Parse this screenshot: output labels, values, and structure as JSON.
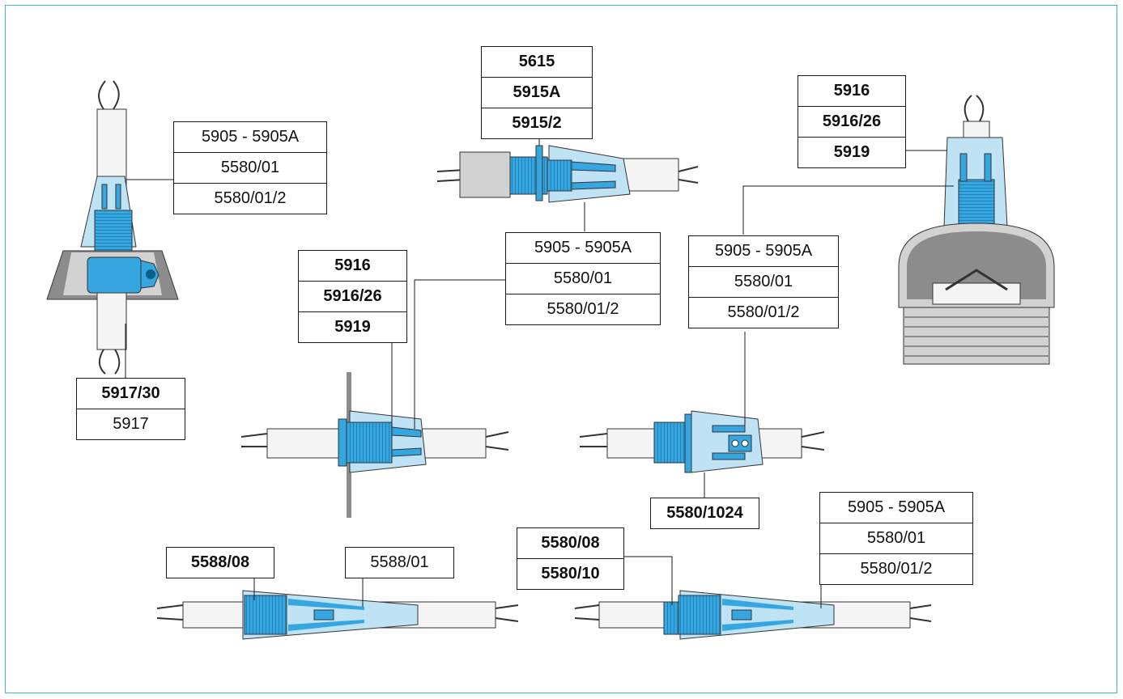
{
  "colors": {
    "frame": "#43b6d6",
    "accent": "#35a6e0",
    "accent_light": "#bfe3f5",
    "metal": "#8c8c8c",
    "metal_light": "#d2d2d2",
    "line": "#1a1a1a"
  },
  "labels": {
    "top_left": {
      "rows": [
        "5905 - 5905A",
        "5580/01",
        "5580/01/2"
      ]
    },
    "bottom_left": {
      "rows": [
        "5917/30",
        "5917"
      ]
    },
    "top_center": {
      "rows": [
        "5615",
        "5915A",
        "5915/2"
      ]
    },
    "center_mid": {
      "rows": [
        "5905 - 5905A",
        "5580/01",
        "5580/01/2"
      ]
    },
    "left_mid": {
      "rows": [
        "5916",
        "5916/26",
        "5919"
      ]
    },
    "top_right": {
      "rows": [
        "5916",
        "5916/26",
        "5919"
      ]
    },
    "right_mid": {
      "rows": [
        "5905 - 5905A",
        "5580/01",
        "5580/01/2"
      ]
    },
    "single_1024": {
      "rows": [
        "5580/1024"
      ]
    },
    "left_bottom_a": {
      "rows": [
        "5588/08"
      ]
    },
    "left_bottom_b": {
      "rows": [
        "5588/01"
      ]
    },
    "right_bottom_a": {
      "rows": [
        "5580/08",
        "5580/10"
      ]
    },
    "right_bottom_b": {
      "rows": [
        "5905 - 5905A",
        "5580/01",
        "5580/01/2"
      ]
    }
  },
  "illustrations": [
    "vertical-gland-with-nut",
    "panel-gland-with-tube",
    "wall-mounted-gland",
    "inline-gland-with-collet",
    "lampholder-with-gland",
    "long-conical-gland-left",
    "long-conical-gland-right"
  ]
}
